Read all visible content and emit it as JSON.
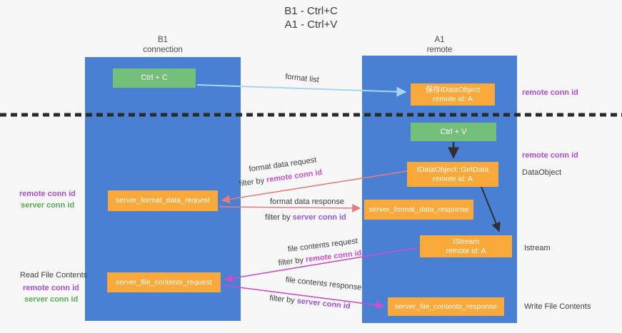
{
  "title": {
    "line1": "B1 - Ctrl+C",
    "line2": "A1 - Ctrl+V"
  },
  "lanes": {
    "left": {
      "name": "B1",
      "subtitle": "connection"
    },
    "right": {
      "name": "A1",
      "subtitle": "remote"
    }
  },
  "boxes": {
    "ctrl_c": {
      "label": "Ctrl + C"
    },
    "store_dataobject": {
      "line1": "保存IDataObject",
      "line2": "remote id: A"
    },
    "ctrl_v": {
      "label": "Ctrl + V"
    },
    "getdata": {
      "line1": "IDataObject::GetData",
      "line2": "remote id: A"
    },
    "server_format_data_request": {
      "label": "server_format_data_request"
    },
    "server_format_data_response": {
      "label": "server_format_data_response"
    },
    "istream": {
      "line1": "IStream",
      "line2": "remote id: A"
    },
    "server_file_contents_request": {
      "label": "server_file_contents_request"
    },
    "server_file_contents_response": {
      "label": "server_file_contents_response"
    }
  },
  "flow_labels": {
    "format_list": "format list",
    "format_data_request": "format data request",
    "format_data_response": "format data response",
    "file_contents_request": "file contents request",
    "file_contents_response": "file contents response",
    "filter_by": "filter by ",
    "remote_conn_id": "remote conn id",
    "server_conn_id": "server conn id"
  },
  "margin_labels": {
    "left_remote_conn_id_1": "remote conn id",
    "left_server_conn_id_1": "server conn id",
    "read_file_contents": "Read File Contents",
    "left_remote_conn_id_2": "remote conn id",
    "left_server_conn_id_2": "server conn id",
    "right_remote_conn_id_1": "remote conn id",
    "right_remote_conn_id_2": "remote conn id",
    "dataobject": "DataObject",
    "istream": "Istream",
    "write_file_contents": "Write File Contents"
  },
  "colors": {
    "lane_blue": "#4a80d4",
    "box_green": "#74c07a",
    "box_orange": "#f8a93a",
    "arrow_light_blue": "#a5d6f2",
    "arrow_red": "#e87c7c",
    "arrow_magenta": "#cb4ecb",
    "arrow_black": "#2f2f2f",
    "text_purple": "#ae4bd5",
    "text_magenta": "#c94fc9",
    "text_violet": "#9757d3",
    "text_green": "#53ae52"
  }
}
